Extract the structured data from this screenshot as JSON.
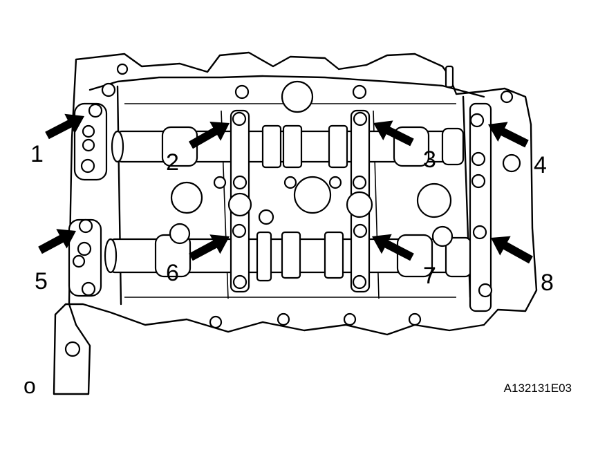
{
  "labels": {
    "bolt_1": "1",
    "bolt_2": "2",
    "bolt_3": "3",
    "bolt_4": "4",
    "bolt_5": "5",
    "bolt_6": "6",
    "bolt_7": "7",
    "bolt_8": "8"
  },
  "corner_mark": "o",
  "figure_code": "A132131E03",
  "arrow_color": "#000000"
}
